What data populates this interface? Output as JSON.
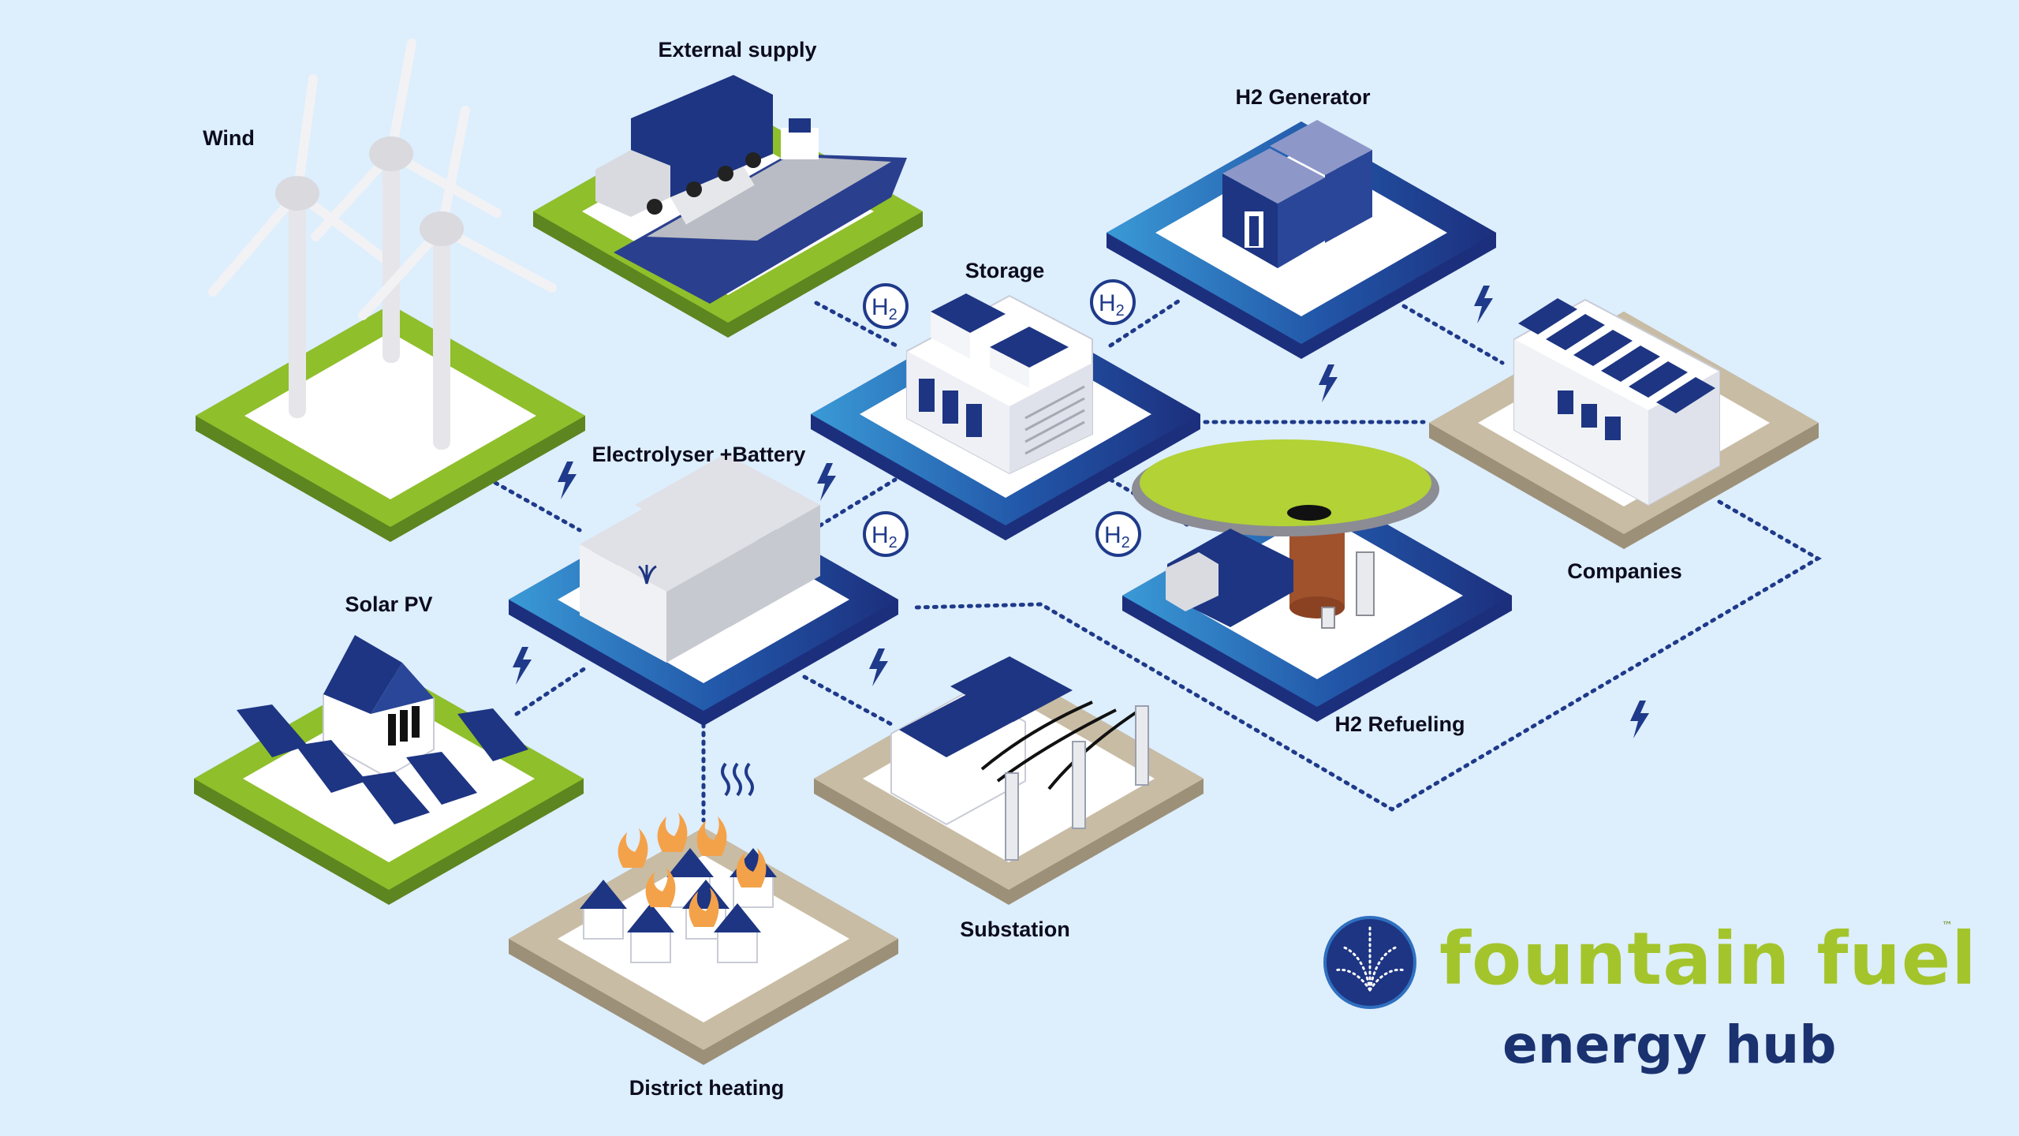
{
  "nodes": {
    "wind": "Wind",
    "external_supply": "External supply",
    "h2_generator": "H2 Generator",
    "storage": "Storage",
    "electrolyser_battery": "Electrolyser +Battery",
    "companies": "Companies",
    "solar_pv": "Solar PV",
    "h2_refueling": "H2 Refueling",
    "substation": "Substation",
    "district_heating": "District heating"
  },
  "h2_badge": "H",
  "h2_sub": "2",
  "brand": {
    "name": "fountain fuel",
    "trademark": "™",
    "subtitle": "energy hub"
  },
  "colors": {
    "background": "#ddeefd",
    "navy": "#1d3582",
    "blue": "#2f8fcf",
    "green": "#8fbf2b",
    "sand": "#c8bca4",
    "brand_green": "#a3c52b",
    "brand_navy": "#1b3270"
  }
}
